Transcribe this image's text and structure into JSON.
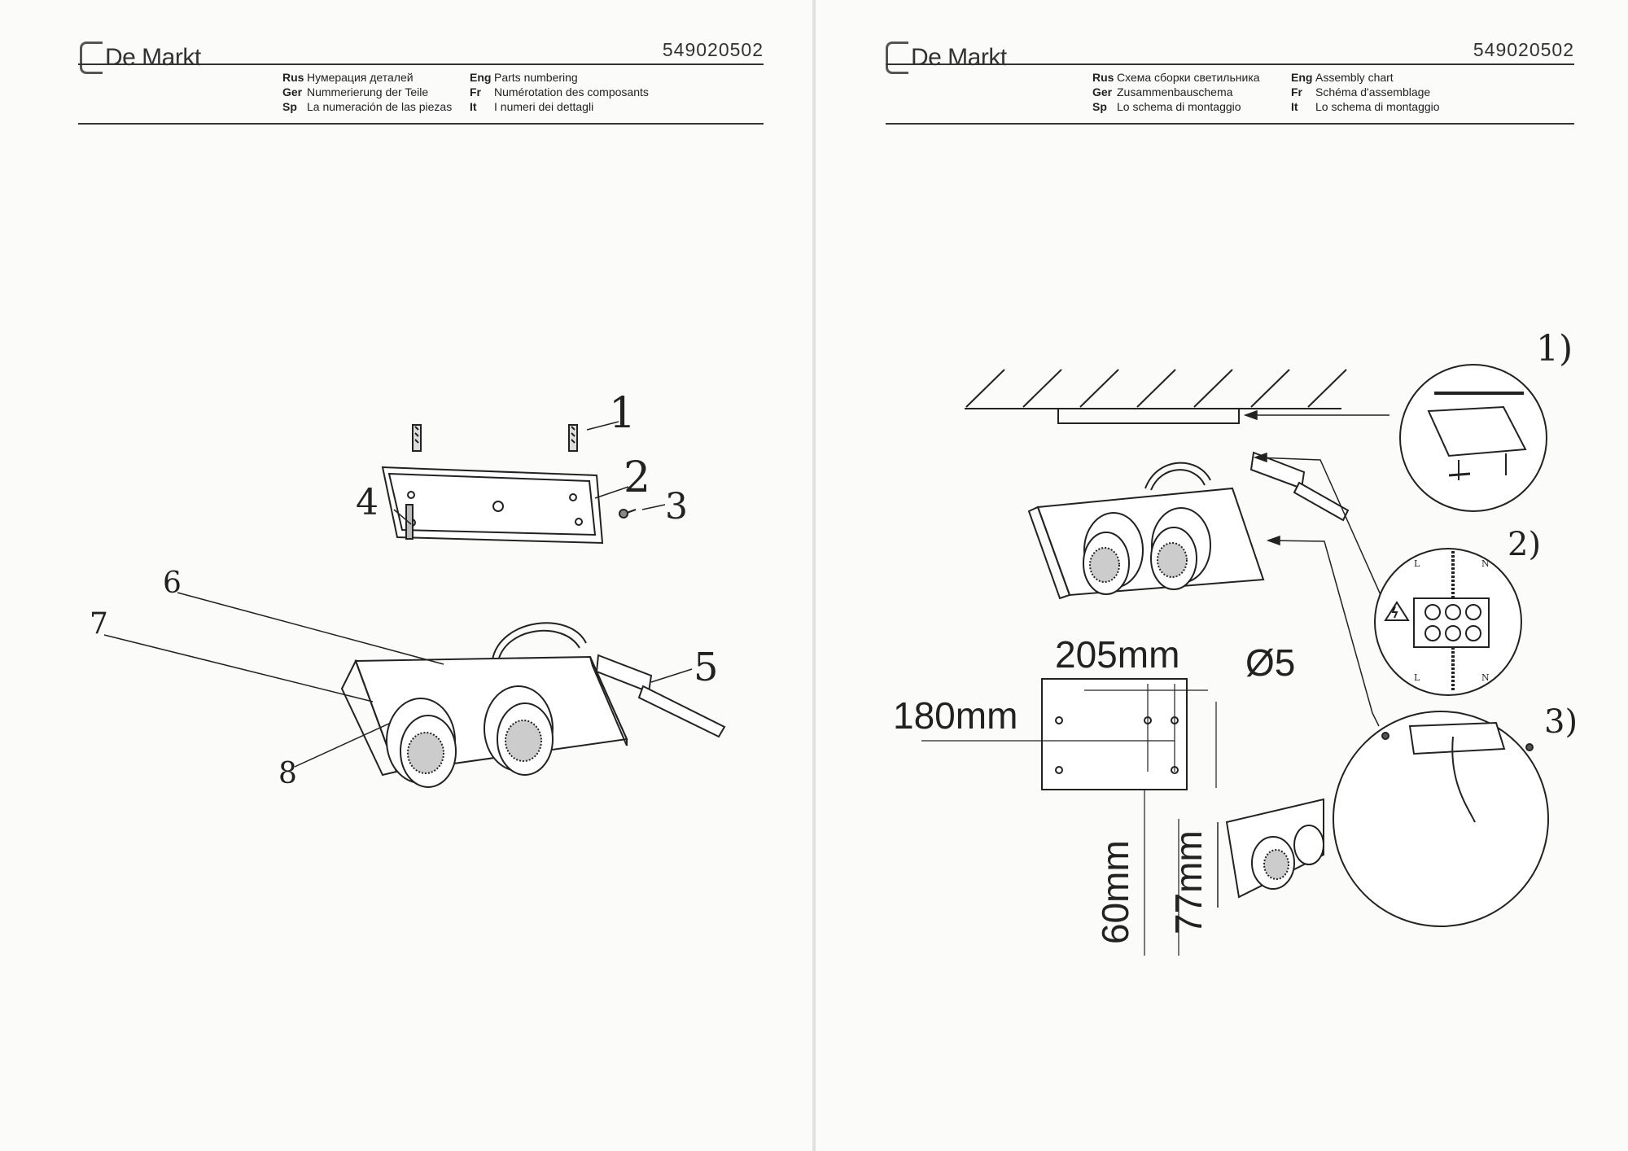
{
  "brand": "De Markt",
  "left": {
    "doc_number": "549020502",
    "captions": [
      {
        "lang": "Rus",
        "text": "Нумерация деталей"
      },
      {
        "lang": "Eng",
        "text": "Parts numbering"
      },
      {
        "lang": "Ger",
        "text": "Nummerierung der Teile"
      },
      {
        "lang": "Fr",
        "text": "Numérotation des composants"
      },
      {
        "lang": "Sp",
        "text": "La numeración de las piezas"
      },
      {
        "lang": "It",
        "text": "I numeri dei dettagli"
      }
    ],
    "part_labels": [
      "1",
      "2",
      "3",
      "4",
      "5",
      "6",
      "7",
      "8"
    ]
  },
  "right": {
    "doc_number": "549020502",
    "captions": [
      {
        "lang": "Rus",
        "text": "Схема сборки светильника"
      },
      {
        "lang": "Eng",
        "text": "Assembly chart"
      },
      {
        "lang": "Ger",
        "text": "Zusammenbauschema"
      },
      {
        "lang": "Fr",
        "text": "Schéma d'assemblage"
      },
      {
        "lang": "Sp",
        "text": "Lo schema di montaggio"
      },
      {
        "lang": "It",
        "text": "Lo schema di montaggio"
      }
    ],
    "steps": [
      "1)",
      "2)",
      "3)"
    ],
    "dimensions": {
      "width": "205mm",
      "hole": "Ø5",
      "spacing": "180mm",
      "height_a": "60mm",
      "height_b": "77mm"
    },
    "terminal_labels": [
      "L",
      "N",
      "L",
      "N"
    ]
  }
}
